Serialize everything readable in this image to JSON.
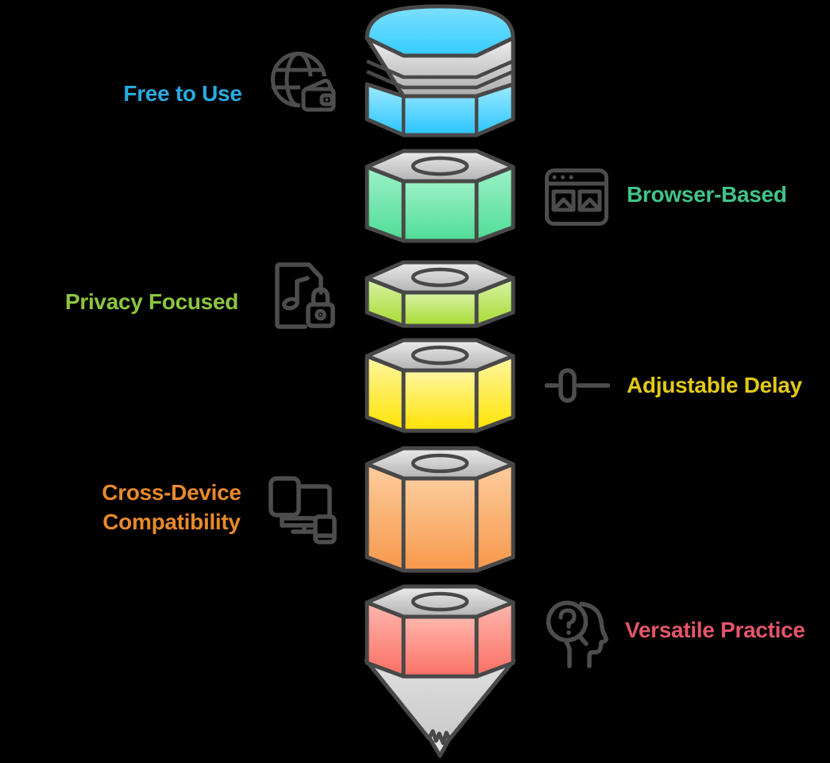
{
  "meta": {
    "background_color": "#000000",
    "outline_color": "#484848",
    "icon_stroke_color": "#4D4D4D",
    "graphic": "pencil built from stacked hexagonal segments"
  },
  "features": [
    {
      "label": "Free to Use",
      "text_color": "#29ABE2",
      "segment_color": "#33CCFF",
      "segment": "eraser-top",
      "side": "left",
      "icon": "globe-wallet-icon"
    },
    {
      "label": "Browser-Based",
      "text_color": "#41C48A",
      "segment_color": "#4FDD96",
      "segment": "hex-nut",
      "side": "right",
      "icon": "browser-window-icon"
    },
    {
      "label": "Privacy Focused",
      "text_color": "#8CC63F",
      "segment_color": "#A6DB33",
      "segment": "hex-nut",
      "side": "left",
      "icon": "music-file-lock-icon"
    },
    {
      "label": "Adjustable Delay",
      "text_color": "#E2C916",
      "segment_color": "#FFE300",
      "segment": "hex-nut",
      "side": "right",
      "icon": "slider-icon"
    },
    {
      "label": "Cross-Device Compatibility",
      "label_lines": [
        "Cross-Device",
        "Compatibility"
      ],
      "text_color": "#E8892B",
      "segment_color": "#F8984B",
      "segment": "hex-nut",
      "side": "left",
      "icon": "devices-icon"
    },
    {
      "label": "Versatile Practice",
      "text_color": "#E4556A",
      "segment_color": "#FA6F64",
      "segment": "hex-nut-with-pencil-tip",
      "side": "right",
      "icon": "head-question-icon"
    }
  ]
}
